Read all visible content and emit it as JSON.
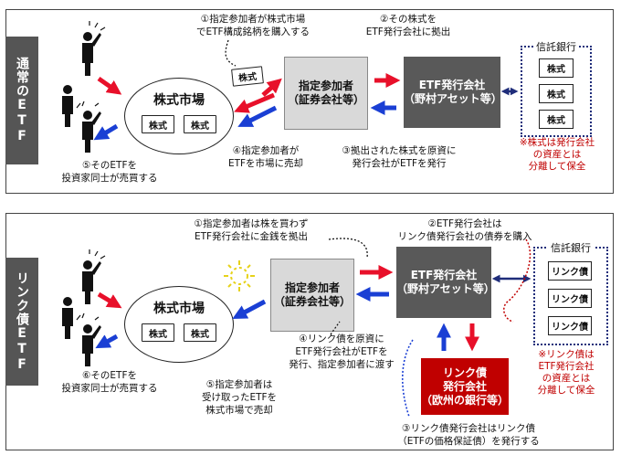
{
  "top": {
    "side_label": "通常のETF",
    "market_title": "株式市場",
    "stock_label": "株式",
    "ap_line1": "指定参加者",
    "ap_line2": "（証券会社等）",
    "etf_issuer_line1": "ETF発行会社",
    "etf_issuer_line2": "（野村アセット等）",
    "trust_bank": "信託銀行",
    "step1": [
      "①指定参加者が株式市場",
      "でETF構成銘柄を購入する"
    ],
    "step2": [
      "②その株式を",
      "ETF発行会社に拠出"
    ],
    "step3": [
      "③拠出された株式を原資に",
      "発行会社がETFを発行"
    ],
    "step4": [
      "④指定参加者が",
      "ETFを市場に売却"
    ],
    "step5": [
      "⑤そのETFを",
      "投資家同士が売買する"
    ],
    "note": [
      "※株式は発行会社",
      "の資産とは",
      "分離して保全"
    ]
  },
  "bottom": {
    "side_label": "リンク債ETF",
    "market_title": "株式市場",
    "stock_label": "株式",
    "ap_line1": "指定参加者",
    "ap_line2": "（証券会社等）",
    "etf_issuer_line1": "ETF発行会社",
    "etf_issuer_line2": "（野村アセット等）",
    "link_issuer_line1": "リンク債",
    "link_issuer_line2": "発行会社",
    "link_issuer_line3": "（欧州の銀行等）",
    "trust_bank": "信託銀行",
    "link_bond_label": "リンク債",
    "step1": [
      "①指定参加者は株を買わず",
      "ETF発行会社に金銭を拠出"
    ],
    "step2": [
      "②ETF発行会社は",
      "リンク債発行会社の債券を購入"
    ],
    "step3": [
      "③リンク債発行会社はリンク債",
      "（ETFの価格保証債）を発行する"
    ],
    "step4": [
      "④リンク債を原資に",
      "ETF発行会社がETFを",
      "発行、指定参加者に渡す"
    ],
    "step5": [
      "⑤指定参加者は",
      "受け取ったETFを",
      "株式市場で売却"
    ],
    "step6": [
      "⑥そのETFを",
      "投資家同士が売買する"
    ],
    "note": [
      "※リンク債は",
      "ETF発行会社",
      "の資産とは",
      "分離して保全"
    ]
  },
  "colors": {
    "arrow_red": "#e8102a",
    "arrow_blue": "#1a3fd4",
    "note_red": "#c00000",
    "dotted_navy": "#1f2d7a"
  }
}
